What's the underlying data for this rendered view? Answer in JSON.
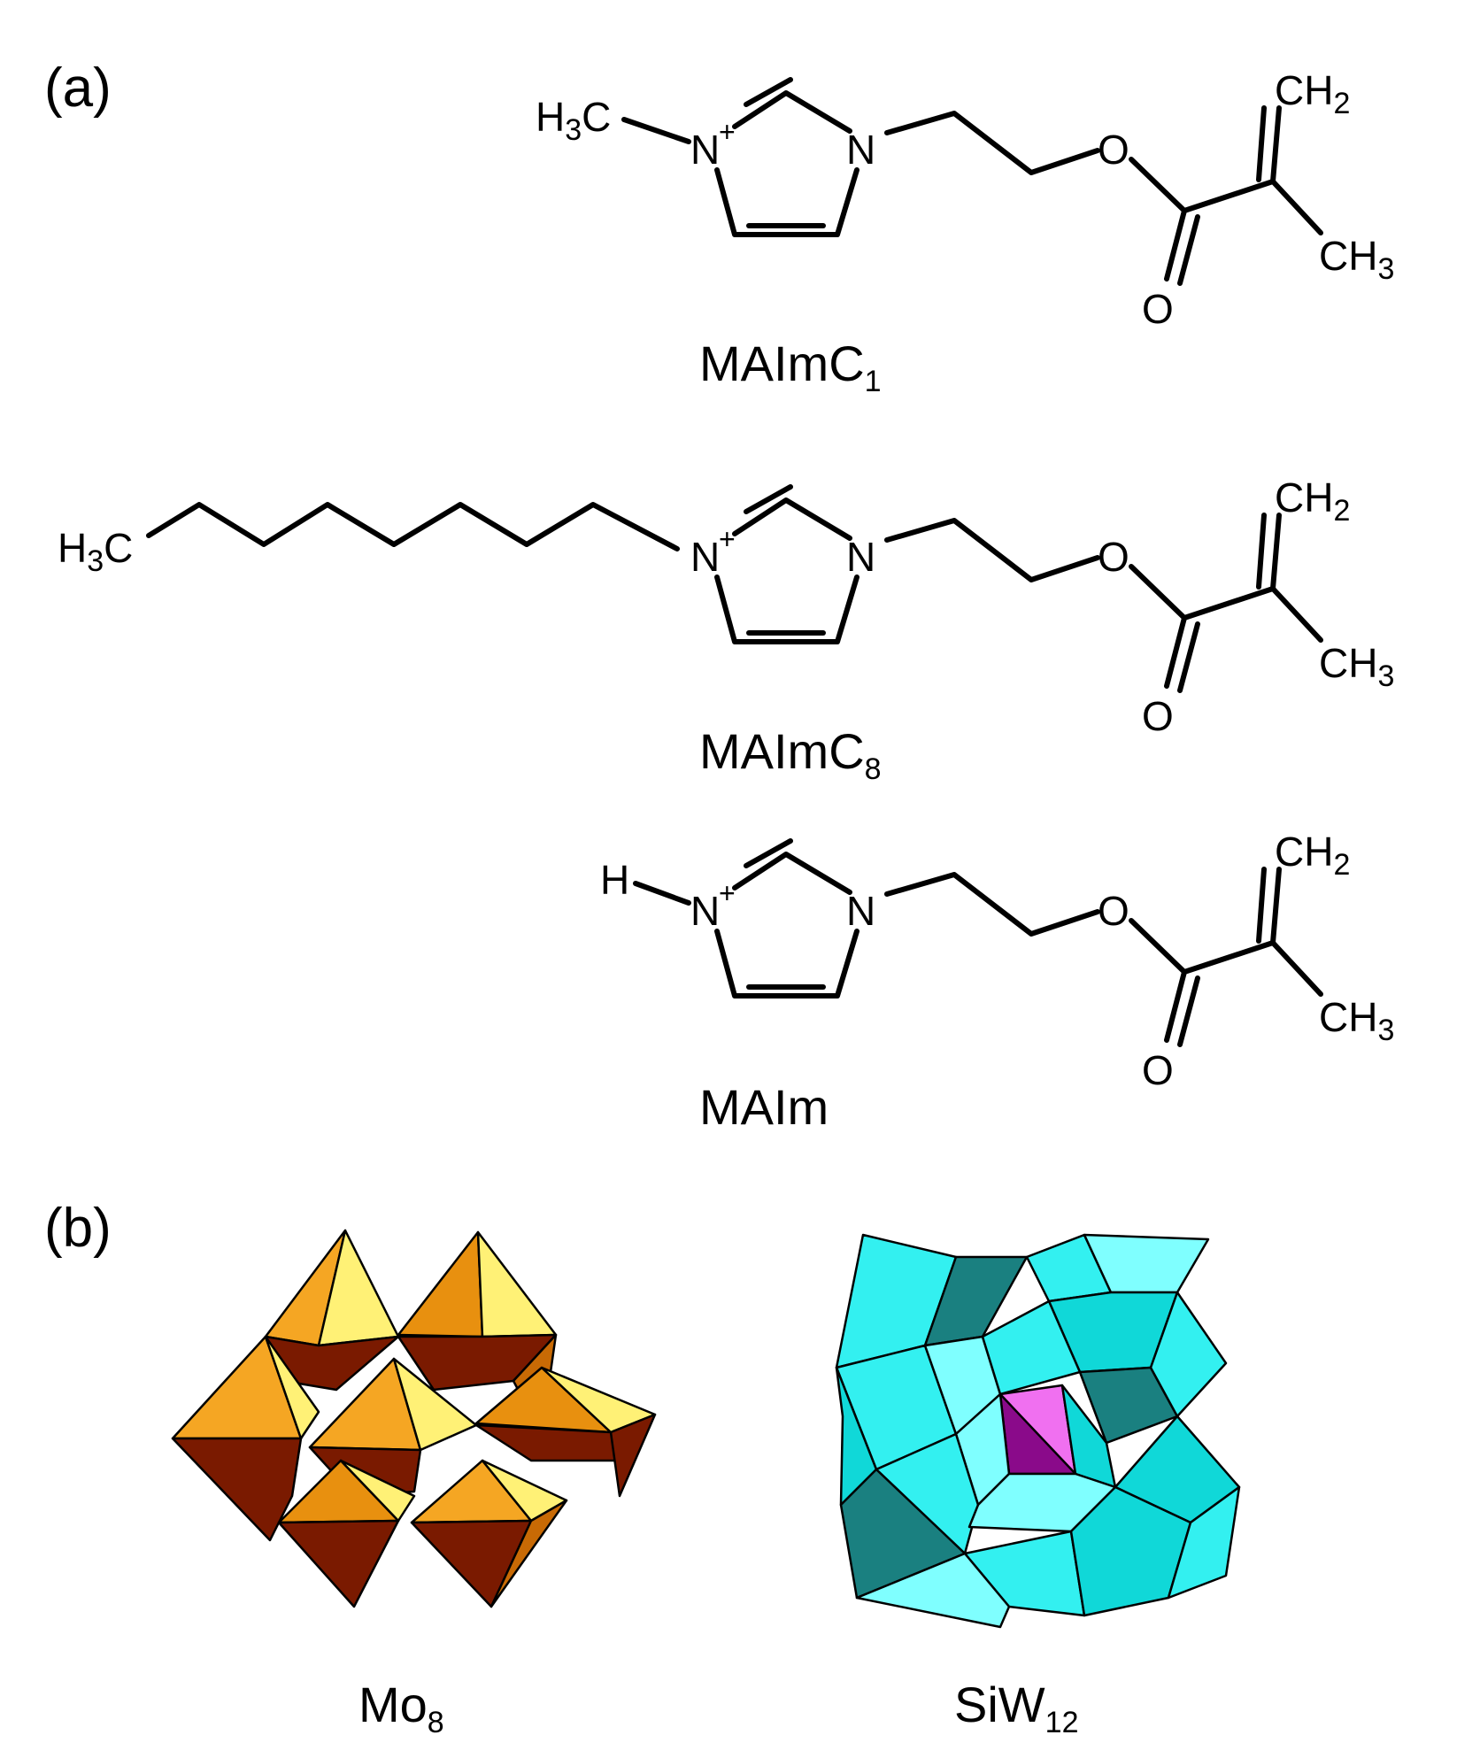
{
  "panel_labels": {
    "a": "(a)",
    "b": "(b)"
  },
  "molecules": [
    {
      "name": "MAImC",
      "name_sub": "1",
      "n_substituent": "H",
      "n_substituent_sub": "3",
      "n_substituent_tail": "C"
    },
    {
      "name": "MAImC",
      "name_sub": "8",
      "n_substituent": "H",
      "n_substituent_sub": "3",
      "n_substituent_tail": "C"
    },
    {
      "name": "MAIm",
      "name_sub": "",
      "n_substituent": "H"
    }
  ],
  "atoms": {
    "n_plus": "N",
    "plus": "+",
    "n": "N",
    "o": "O",
    "ch": "CH",
    "ch2_sub": "2",
    "ch3_sub": "3"
  },
  "clusters": [
    {
      "name": "Mo",
      "name_sub": "8",
      "colors": {
        "light": "#F5A623",
        "mid": "#E8900F",
        "dark": "#7A1A00",
        "pale": "#FFF176"
      }
    },
    {
      "name": "SiW",
      "name_sub": "12",
      "colors": {
        "light": "#33F0F0",
        "mid": "#10D8D8",
        "dark": "#1A8080",
        "pale": "#7FFFFF",
        "core": "#F070F0",
        "core_dark": "#8A0A8A"
      }
    }
  ]
}
